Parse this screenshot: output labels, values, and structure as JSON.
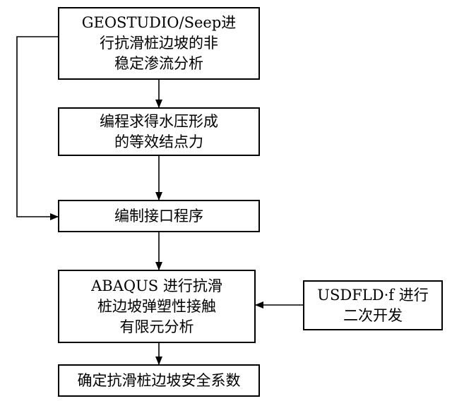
{
  "flowchart": {
    "nodes": [
      {
        "id": "seep",
        "text": "GEOSTUDIO/Seep进\n行抗滑桩边坡的非\n稳定渗流分析"
      },
      {
        "id": "program",
        "text": "编程求得水压形成\n的等效结点力"
      },
      {
        "id": "interface",
        "text": "编制接口程序"
      },
      {
        "id": "abaqus",
        "text": "ABAQUS 进行抗滑\n桩边坡弹塑性接触\n有限元分析"
      },
      {
        "id": "usdfld",
        "text": "USDFLD·f 进行\n二次开发"
      },
      {
        "id": "safety",
        "text": "确定抗滑桩边坡安全系数"
      }
    ],
    "edges": [
      {
        "from": "seep",
        "to": "program"
      },
      {
        "from": "program",
        "to": "interface"
      },
      {
        "from": "seep",
        "to": "interface"
      },
      {
        "from": "interface",
        "to": "abaqus"
      },
      {
        "from": "usdfld",
        "to": "abaqus"
      },
      {
        "from": "abaqus",
        "to": "safety"
      }
    ]
  }
}
